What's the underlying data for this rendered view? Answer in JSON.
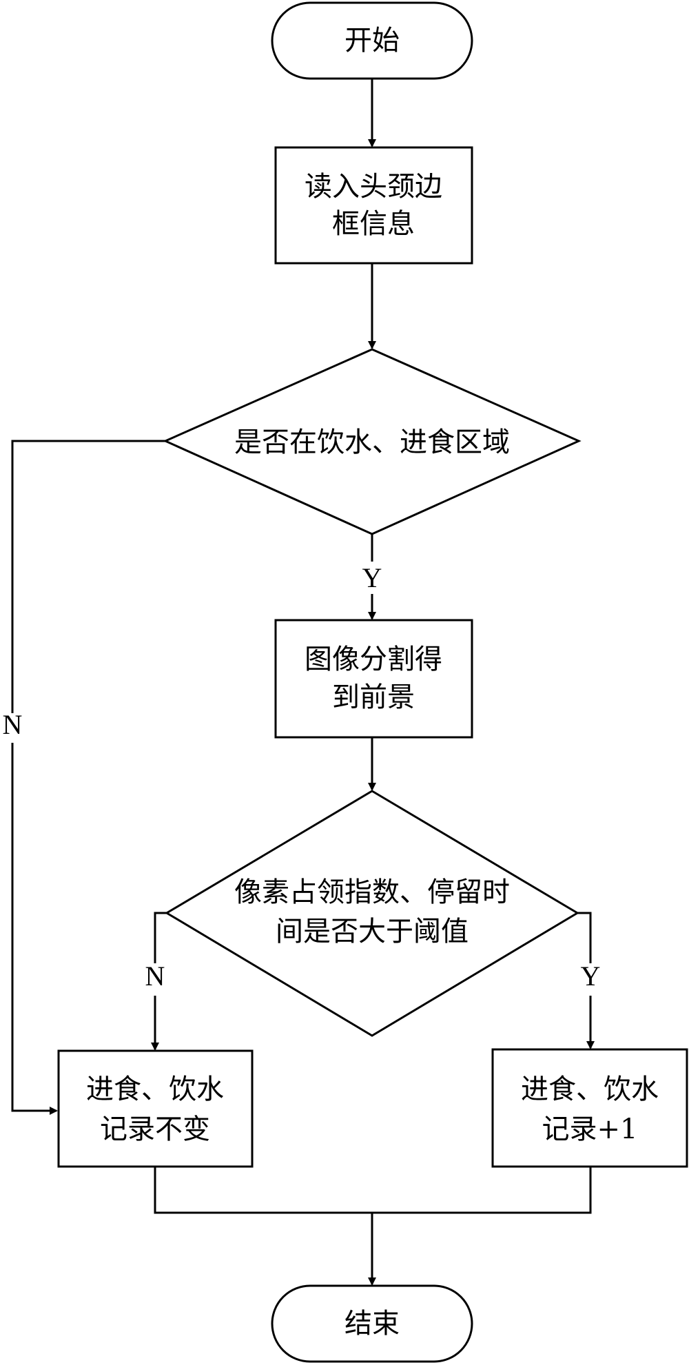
{
  "nodes": {
    "start": {
      "line1": "开始"
    },
    "read_box": {
      "line1": "读入头颈边",
      "line2": "框信息"
    },
    "decision1": {
      "line1": "是否在饮水、进食区域"
    },
    "segment_box": {
      "line1": "图像分割得",
      "line2": "到前景"
    },
    "decision2": {
      "line1": "像素占领指数、停留时",
      "line2": "间是否大于阈值"
    },
    "unchanged_box": {
      "line1": "进食、饮水",
      "line2": "记录不变"
    },
    "increment_box": {
      "line1": "进食、饮水",
      "line2": "记录+1"
    },
    "end": {
      "line1": "结束"
    }
  },
  "edge_labels": {
    "d1_yes": "Y",
    "d1_no": "N",
    "d2_no": "N",
    "d2_yes": "Y"
  },
  "colors": {
    "stroke": "#000000",
    "fill": "#ffffff"
  }
}
